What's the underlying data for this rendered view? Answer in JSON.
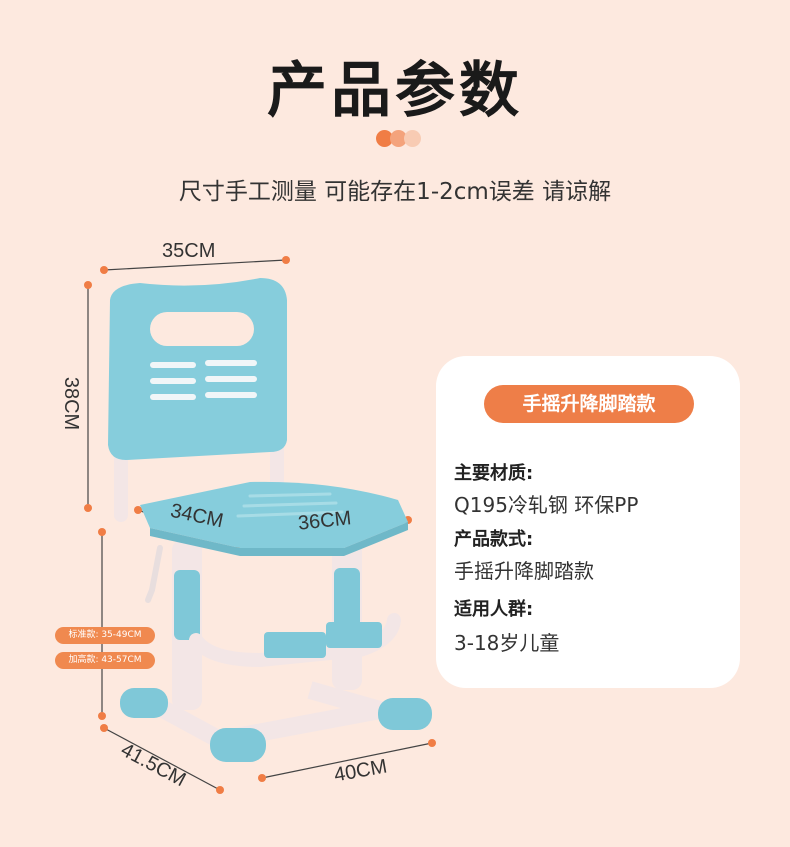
{
  "header": {
    "title": "产品参数",
    "subtitle": "尺寸手工测量 可能存在1-2cm误差 请谅解"
  },
  "colors": {
    "background": "#fde9df",
    "accent": "#ee7e48",
    "dot_1": "#f07d45",
    "dot_2": "#f4a37c",
    "dot_3": "#f8cbb3",
    "chair_blue": "#7fc8d8",
    "frame_white": "#f3e6e6"
  },
  "dimensions": {
    "back_width": "35CM",
    "back_height": "38CM",
    "seat_depth": "34CM",
    "seat_width": "36CM",
    "base_depth": "41.5CM",
    "base_width": "40CM"
  },
  "height_badges": [
    {
      "text": "标准款: 35-49CM"
    },
    {
      "text": "加高款: 43-57CM"
    }
  ],
  "spec_card": {
    "heading": "手摇升降脚踏款",
    "items": [
      {
        "label": "主要材质:",
        "value": "Q195冷轧钢  环保PP"
      },
      {
        "label": "产品款式:",
        "value": "手摇升降脚踏款"
      },
      {
        "label": "适用人群:",
        "value": "3-18岁儿童"
      }
    ]
  }
}
